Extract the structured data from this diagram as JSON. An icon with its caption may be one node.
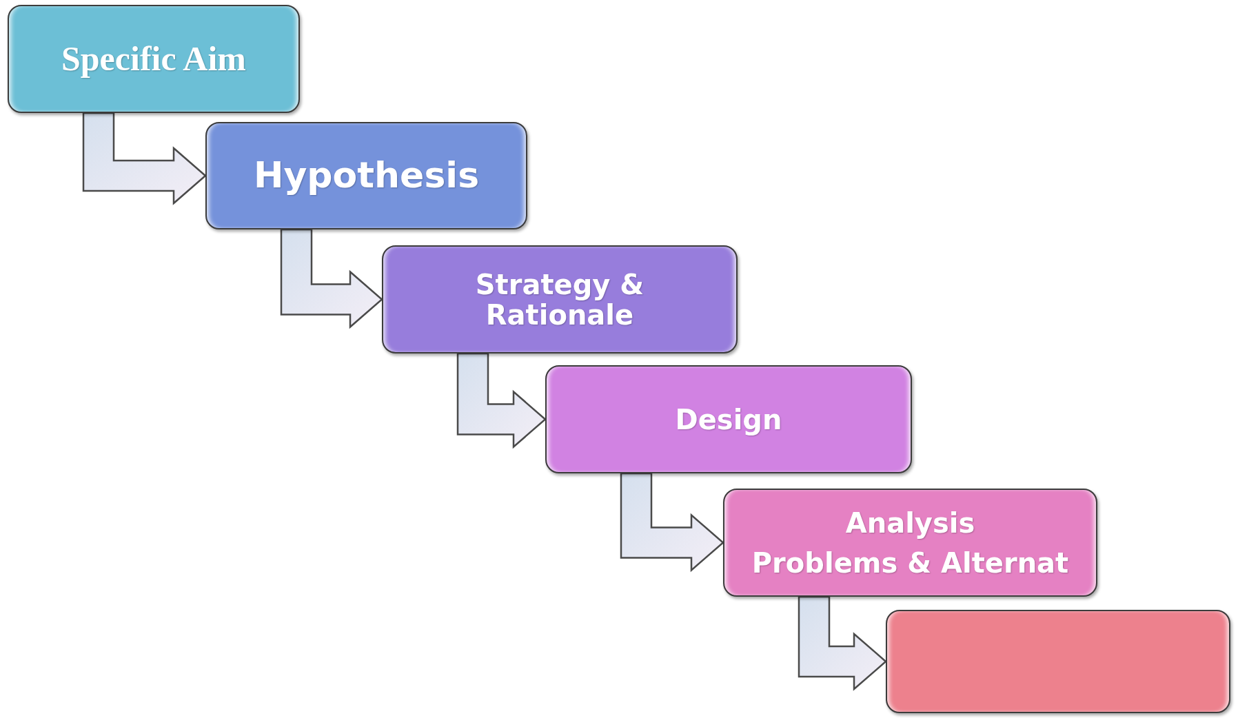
{
  "diagram": {
    "nodes": [
      {
        "text": [
          "Specific Aim"
        ]
      },
      {
        "text": [
          "Hypothesis"
        ]
      },
      {
        "text": [
          "Strategy & Rationale"
        ]
      },
      {
        "text": [
          "Design"
        ]
      },
      {
        "text": [
          "Analysis",
          "Problems & Alternat"
        ]
      },
      {
        "text": [],
        "shape": "box"
      }
    ],
    "edges": [
      {
        "from": 0,
        "to": 1,
        "arrow": "to"
      },
      {
        "from": 1,
        "to": 2,
        "arrow": "to"
      },
      {
        "from": 2,
        "to": 3,
        "arrow": "to"
      },
      {
        "from": 3,
        "to": 4,
        "arrow": "to"
      },
      {
        "from": 4,
        "to": 5,
        "arrow": "to"
      }
    ]
  }
}
